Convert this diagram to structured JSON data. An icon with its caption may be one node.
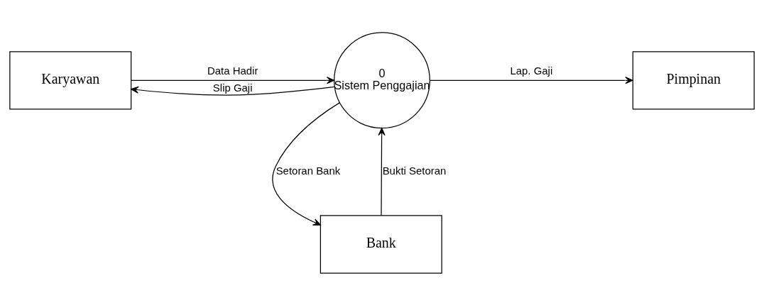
{
  "diagram": {
    "nodes": [
      {
        "text": [
          "Karyawan"
        ]
      },
      {
        "text": [
          "0",
          "Sistem Penggajian"
        ]
      },
      {
        "text": [
          "Pimpinan"
        ]
      },
      {
        "text": [
          "Bank"
        ]
      }
    ],
    "edges": [
      {
        "from": 0,
        "to": 1,
        "arrow": "to",
        "label": "Data Hadir"
      },
      {
        "from": 1,
        "to": 0,
        "arrow": "to",
        "label": "Slip Gaji"
      },
      {
        "from": 1,
        "to": 2,
        "arrow": "to",
        "label": "Lap. Gaji"
      },
      {
        "from": 1,
        "to": 3,
        "arrow": "to",
        "label": "Setoran Bank"
      },
      {
        "from": 3,
        "to": 1,
        "arrow": "to",
        "label": "Bukti Setoran"
      }
    ]
  }
}
